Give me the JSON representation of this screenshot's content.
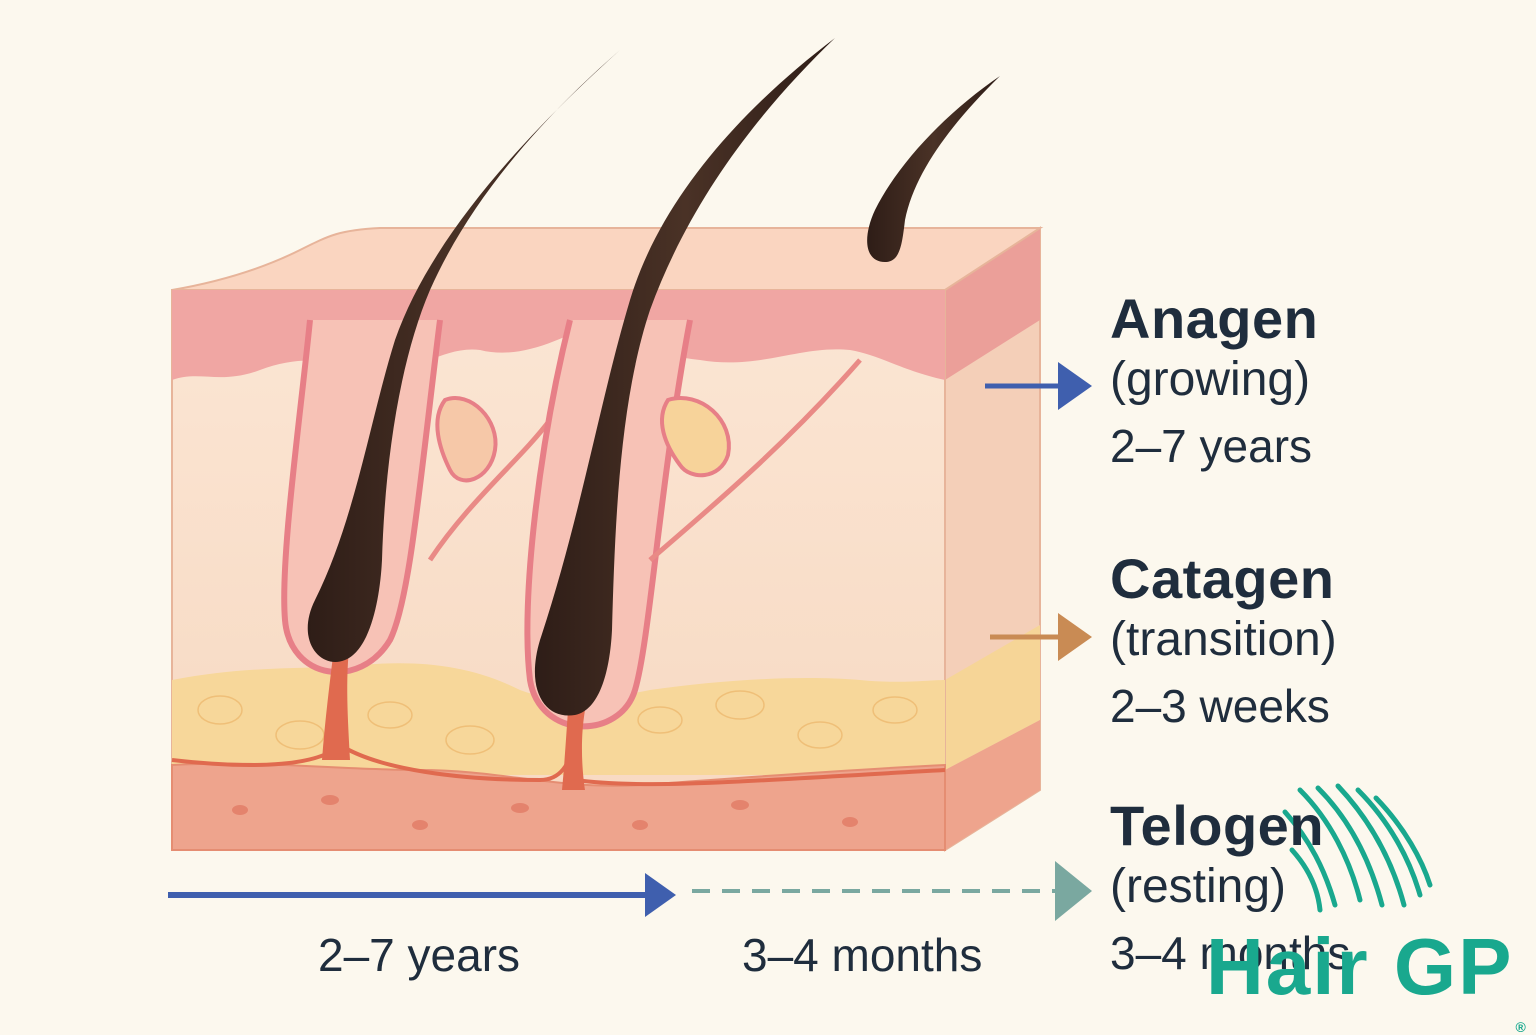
{
  "phases": [
    {
      "name": "Anagen",
      "description": "(growing)",
      "duration": "2–7 years",
      "arrow_color": "#3f5fae"
    },
    {
      "name": "Catagen",
      "description": "(transition)",
      "duration": "2–3 weeks",
      "arrow_color": "#c98b54"
    },
    {
      "name": "Telogen",
      "description": "(resting)",
      "duration": "3–4 months",
      "arrow_color": "#7aa8a0"
    }
  ],
  "timeline": {
    "growing_label": "2–7 years",
    "resting_label": "3–4 months",
    "solid_color": "#3f5fae",
    "dashed_color": "#7aa8a0"
  },
  "logo": {
    "text": "Hair GP",
    "registered": "®",
    "color": "#19a88e"
  },
  "colors": {
    "background": "#fcf8ee",
    "epidermis": "#f3c9b1",
    "dermis": "#f7d9c4",
    "fat_layer": "#f7d79a",
    "muscle_layer": "#eea48d",
    "hair": "#3a2720",
    "follicle_sheath": "#e77f87"
  }
}
